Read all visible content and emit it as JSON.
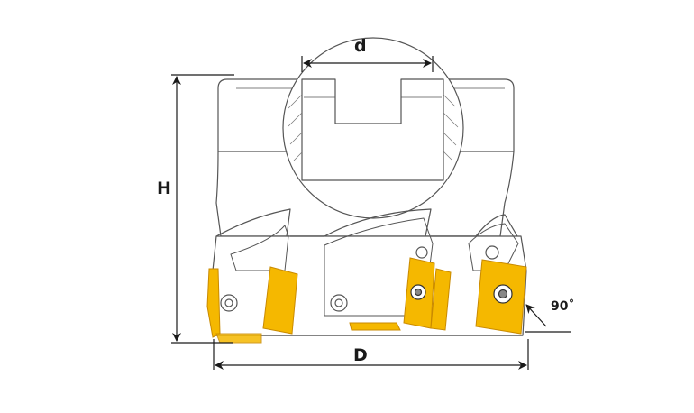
{
  "dimensions": {
    "bore_diameter_label": "d",
    "height_label": "H",
    "cutter_diameter_label": "D",
    "lead_angle_label": "90˚"
  },
  "colors": {
    "outline": "#555555",
    "dimension_line": "#1a1a1a",
    "insert_fill": "#f5b800",
    "insert_edge": "#c98a00",
    "background": "#ffffff"
  }
}
